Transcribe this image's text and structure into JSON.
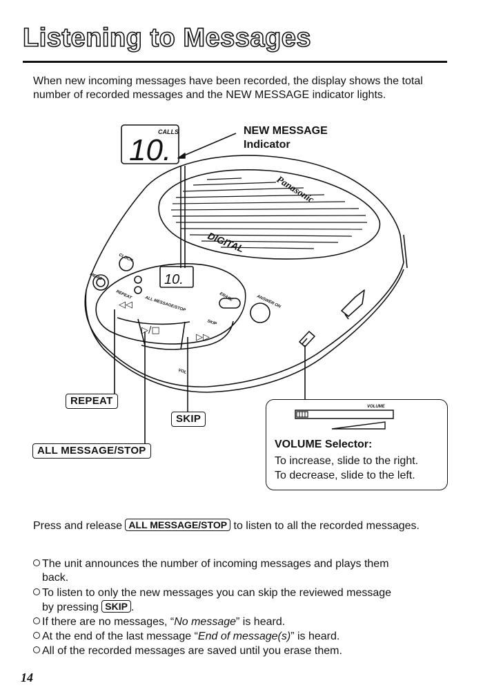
{
  "page": {
    "title": "Listening to Messages",
    "intro": "When new incoming messages have been recorded, the display shows the total number of recorded messages and the NEW MESSAGE indicator lights.",
    "page_number": "14"
  },
  "figure": {
    "display_value": "10.",
    "display_calls_label": "CALLS",
    "callout_new_message_line1": "NEW MESSAGE",
    "callout_new_message_line2": "Indicator",
    "device_brand": "Panasonic",
    "device_digital": "DIGITAL",
    "device_labels": {
      "clock": "CLOCK",
      "memo": "MEMO",
      "repeat": "REPEAT",
      "all_message_stop": "ALL MESSAGE/STOP",
      "erase": "ERASE",
      "skip": "SKIP",
      "vol": "VOL",
      "answer_on": "ANSWER ON",
      "play_stop_symbol": "▷/□",
      "rewind_symbol": "◁◁",
      "forward_symbol": "▷▷",
      "mini_display": "10."
    },
    "keys": {
      "repeat": "REPEAT",
      "skip": "SKIP",
      "all_message_stop": "ALL MESSAGE/STOP"
    },
    "volume_box": {
      "mini_label": "VOLUME",
      "title": "VOLUME Selector:",
      "line1": "To increase, slide to the right.",
      "line2": "To decrease, slide to the left."
    }
  },
  "instructions": {
    "press_before": "Press and release",
    "press_key": "ALL MESSAGE/STOP",
    "press_after": "to listen to all the recorded messages.",
    "bullets": {
      "b1_line1": "The unit announces the number of incoming messages and plays them",
      "b1_line2": "back.",
      "b2_line1": "To listen to only the new messages you can skip the reviewed message",
      "b2_line2_before": "by pressing",
      "b2_key": "SKIP",
      "b2_line2_after": ".",
      "b3_before": "If there are no messages, “",
      "b3_italic": "No message",
      "b3_after": "” is heard.",
      "b4_before": "At the end of the last message “",
      "b4_italic": "End of message(s)",
      "b4_after": "” is heard.",
      "b5": "All of the recorded messages are saved until you erase them."
    }
  }
}
